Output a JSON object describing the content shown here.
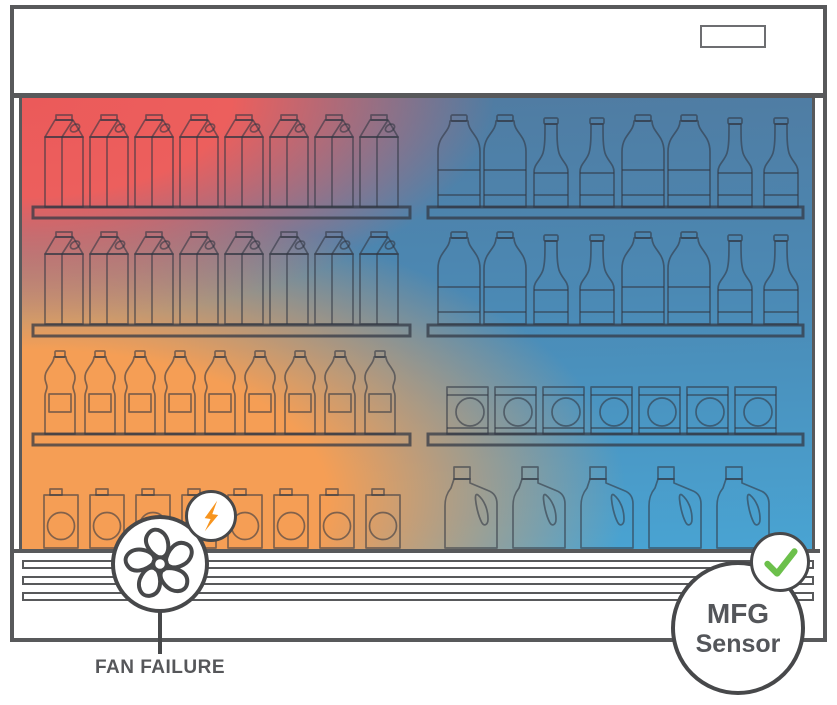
{
  "diagram": {
    "subject": "refrigerated-display-case-heatmap",
    "heatmap": {
      "hot_color_top_left": "#ec5f5d",
      "warm_color_bottom_left": "#f59e55",
      "cold_color_top_right": "#507ba1",
      "cold_color_bottom_right": "#49a4d3"
    },
    "frame_color": "#58595b"
  },
  "case": {
    "price_tag_text": "",
    "grille_slot_count": 3
  },
  "shelves": [
    {
      "id": "shelf-1",
      "left": {
        "product": "milk-carton",
        "count": 8
      },
      "right": {
        "product": "glass-bottle",
        "count": 8,
        "pattern": [
          "wide",
          "wide",
          "narrow",
          "narrow",
          "wide",
          "wide",
          "narrow",
          "narrow"
        ]
      }
    },
    {
      "id": "shelf-2",
      "left": {
        "product": "milk-carton",
        "count": 8
      },
      "right": {
        "product": "glass-bottle",
        "count": 8,
        "pattern": [
          "wide",
          "wide",
          "narrow",
          "narrow",
          "wide",
          "wide",
          "narrow",
          "narrow"
        ]
      }
    },
    {
      "id": "shelf-3",
      "left": {
        "product": "water-bottle",
        "count": 9
      },
      "right": {
        "product": "tub",
        "count": 7
      }
    },
    {
      "id": "base-row",
      "left": {
        "product": "box-carton",
        "count": 8
      },
      "right": {
        "product": "jug",
        "count": 5
      }
    }
  ],
  "callouts": {
    "fan_failure": {
      "label": "FAN FAILURE",
      "icon": "fan-icon",
      "alert_icon": "lightning-bolt-icon",
      "alert_color": "#f7941e"
    },
    "mfg_sensor": {
      "line1": "MFG",
      "line2": "Sensor",
      "status_icon": "checkmark-icon",
      "status_color": "#6cc04b"
    }
  }
}
